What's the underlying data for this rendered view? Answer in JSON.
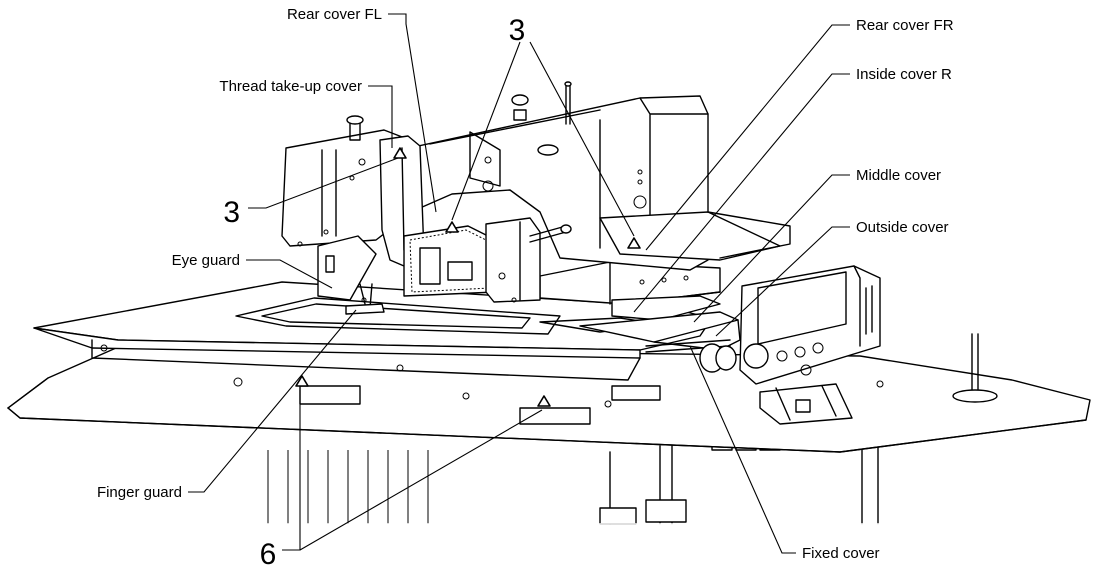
{
  "labels": {
    "rear_cover_fl": "Rear  cover FL",
    "rear_cover_fr": "Rear cover FR",
    "thread_take_up_cover": "Thread take-up cover",
    "inside_cover_r": "Inside cover R",
    "middle_cover": "Middle cover",
    "outside_cover": "Outside cover",
    "eye_guard": "Eye guard",
    "finger_guard": "Finger guard",
    "fixed_cover": "Fixed cover"
  },
  "callouts": {
    "screw_count_top": "3",
    "screw_count_left": "3",
    "screw_count_bottom": "6"
  },
  "colors": {
    "line": "#000000",
    "background": "#ffffff"
  }
}
